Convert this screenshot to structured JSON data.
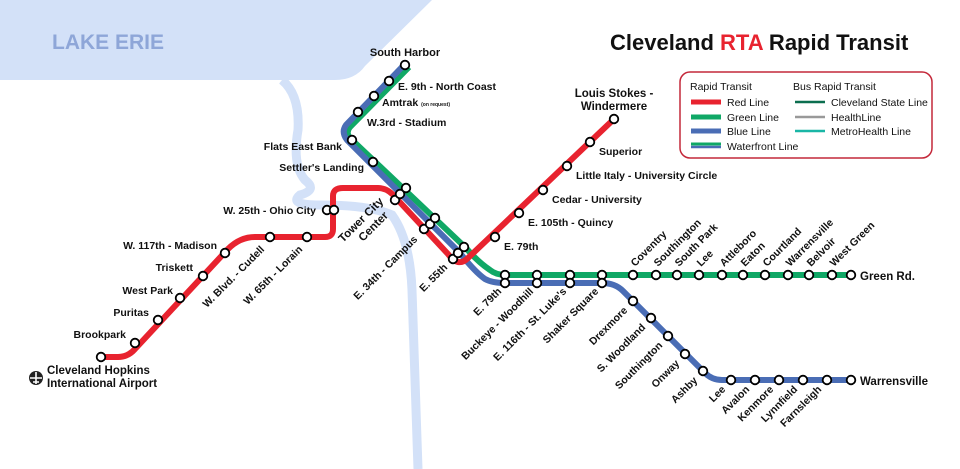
{
  "title": {
    "prefix": "Cleveland ",
    "accent": "RTA",
    "suffix": " Rapid Transit"
  },
  "water_label": "LAKE ERIE",
  "colors": {
    "red": "#e8232f",
    "green": "#10a866",
    "blue": "#4a6db5",
    "csl": "#0b6e4f",
    "health": "#999999",
    "metro": "#1ab6a6",
    "water": "#d3e1f8",
    "water_text": "#8ea6d8",
    "legend_border": "#c4283a"
  },
  "legend": {
    "rapid_heading": "Rapid Transit",
    "bus_heading": "Bus Rapid Transit",
    "rapid": [
      "Red Line",
      "Green Line",
      "Blue Line",
      "Waterfront Line"
    ],
    "bus": [
      "Cleveland State Line",
      "HealthLine",
      "MetroHealth Line"
    ]
  },
  "airport": {
    "line1": "Cleveland Hopkins",
    "line2": "International Airport",
    "icon": "airplane-icon"
  },
  "red_west": [
    "Brookpark",
    "Puritas",
    "West Park",
    "Triskett",
    "W. 117th - Madison",
    "W. Blvd. - Cudell",
    "W. 65th - Lorain",
    "W. 25th - Ohio City"
  ],
  "core": {
    "tower_city_1": "Tower City",
    "tower_city_2": "Center",
    "e34": "E. 34th - Campus",
    "e55": "E. 55th"
  },
  "red_east": [
    "E. 79th",
    "E. 105th - Quincy",
    "Cedar - University",
    "Little Italy - University Circle",
    "Superior"
  ],
  "red_terminal": {
    "line1": "Louis Stokes -",
    "line2": "Windermere"
  },
  "waterfront": {
    "south_harbor": "South Harbor",
    "e9": "E. 9th - North Coast",
    "amtrak": "Amtrak",
    "amtrak_note": "(on request)",
    "w3": "W.3rd - Stadium",
    "flats": "Flats East Bank",
    "settlers": "Settler's Landing"
  },
  "shared": [
    "E. 79th",
    "Buckeye - Woodhill",
    "E. 116th - St. Luke's",
    "Shaker Square"
  ],
  "green": [
    "Coventry",
    "Southington",
    "South Park",
    "Lee",
    "Attleboro",
    "Eaton",
    "Courtland",
    "Warrensville",
    "Belvoir",
    "West Green"
  ],
  "green_terminal": "Green Rd.",
  "blue": [
    "Drexmore",
    "S. Woodland",
    "Southington",
    "Onway",
    "Ashby",
    "Lee",
    "Avalon",
    "Kenmore",
    "Lynnfield",
    "Farnsleigh"
  ],
  "blue_terminal": "Warrensville"
}
